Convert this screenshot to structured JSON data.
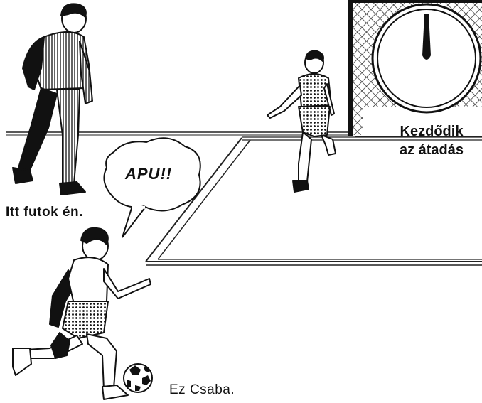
{
  "captions": {
    "dad": "Itt futok én.",
    "son": "Ez Csaba.",
    "clock_line1": "Kezdődik",
    "clock_line2": "az átadás"
  },
  "speech_bubble": {
    "text": "APU!!"
  },
  "icons": {
    "clock": "clock-icon",
    "ball": "soccer-ball-icon",
    "goal": "goal-net-icon"
  }
}
